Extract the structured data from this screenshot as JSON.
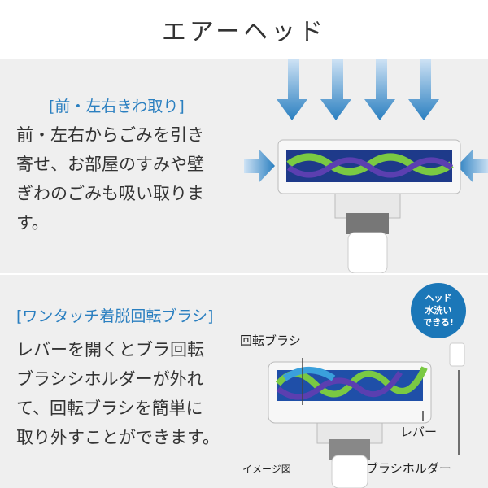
{
  "title": "エアーヘッド",
  "section1": {
    "heading": "[前・左右きわ取り]",
    "body": "前・左右からごみを引き\n寄せ、お部屋のすみや壁\nぎわのごみも吸い取りま\nす。"
  },
  "section2": {
    "heading": "[ワンタッチ着脱回転ブラシ]",
    "body": "レバーを開くとブラ回転\nブラシシホルダーが外れ\nて、回転ブラシを簡単に\n取り外すことができます。",
    "badge": "ヘッド\n水洗い\nできる!",
    "labels": {
      "brush": "回転ブラシ",
      "lever": "レバー",
      "holder": "ブラシホルダー",
      "image_note": "イメージ図"
    }
  },
  "colors": {
    "accent": "#2a7fc0",
    "badge": "#1b77b8",
    "panel": "#efefef"
  }
}
